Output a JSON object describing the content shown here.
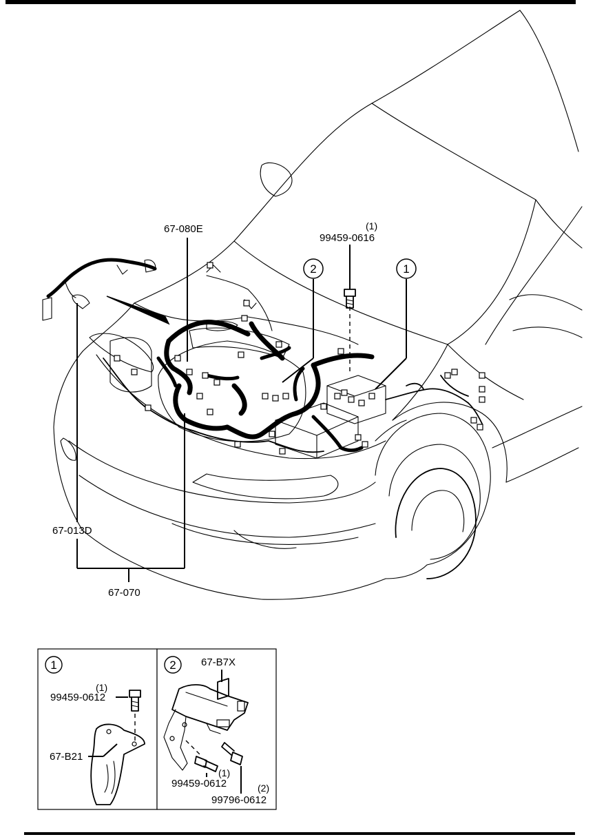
{
  "parts": {
    "p67_080E": "67-080E",
    "bolt_main_part": "99459-0616",
    "bolt_main_qty": "(1)",
    "p67_013D": "67-013D",
    "p67_070": "67-070"
  },
  "callouts": {
    "c1": "1",
    "c2": "2"
  },
  "detail1": {
    "number": "1",
    "bolt_part": "99459-0612",
    "bolt_qty": "(1)",
    "bracket_part": "67-B21"
  },
  "detail2": {
    "number": "2",
    "bracket_part": "67-B7X",
    "bolt1_part": "99459-0612",
    "bolt1_qty": "(1)",
    "bolt2_part": "99796-0612",
    "bolt2_qty": "(2)"
  }
}
